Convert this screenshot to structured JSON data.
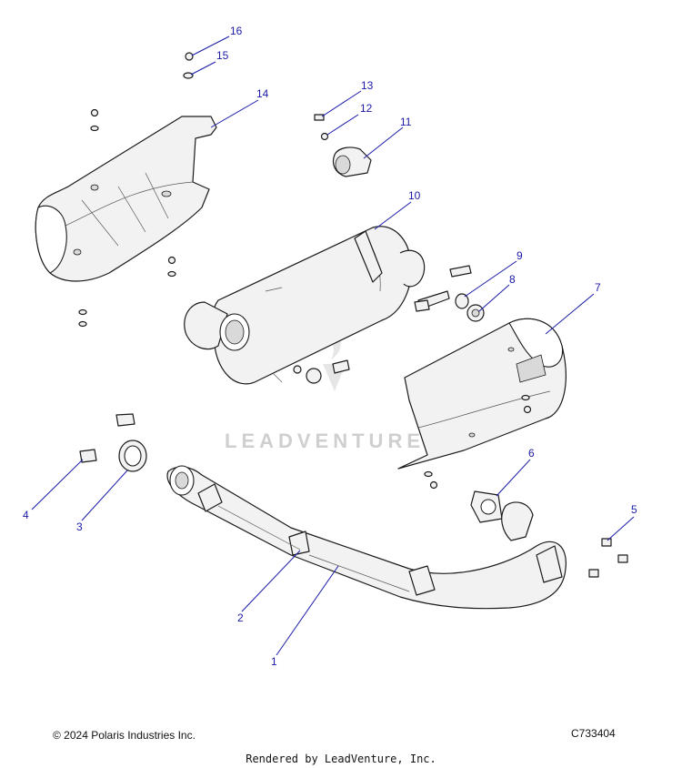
{
  "diagram": {
    "watermark": "LEADVENTURE",
    "callouts": [
      {
        "label": "1"
      },
      {
        "label": "2"
      },
      {
        "label": "3"
      },
      {
        "label": "4"
      },
      {
        "label": "5"
      },
      {
        "label": "6"
      },
      {
        "label": "7"
      },
      {
        "label": "8"
      },
      {
        "label": "9"
      },
      {
        "label": "10"
      },
      {
        "label": "11"
      },
      {
        "label": "12"
      },
      {
        "label": "13"
      },
      {
        "label": "14"
      },
      {
        "label": "15"
      },
      {
        "label": "16"
      }
    ],
    "callout_color": "#1a1aa8"
  },
  "footer": {
    "copyright": "© 2024 Polaris Industries Inc.",
    "part_code": "C733404",
    "rendered_by": "Rendered by LeadVenture, Inc."
  }
}
